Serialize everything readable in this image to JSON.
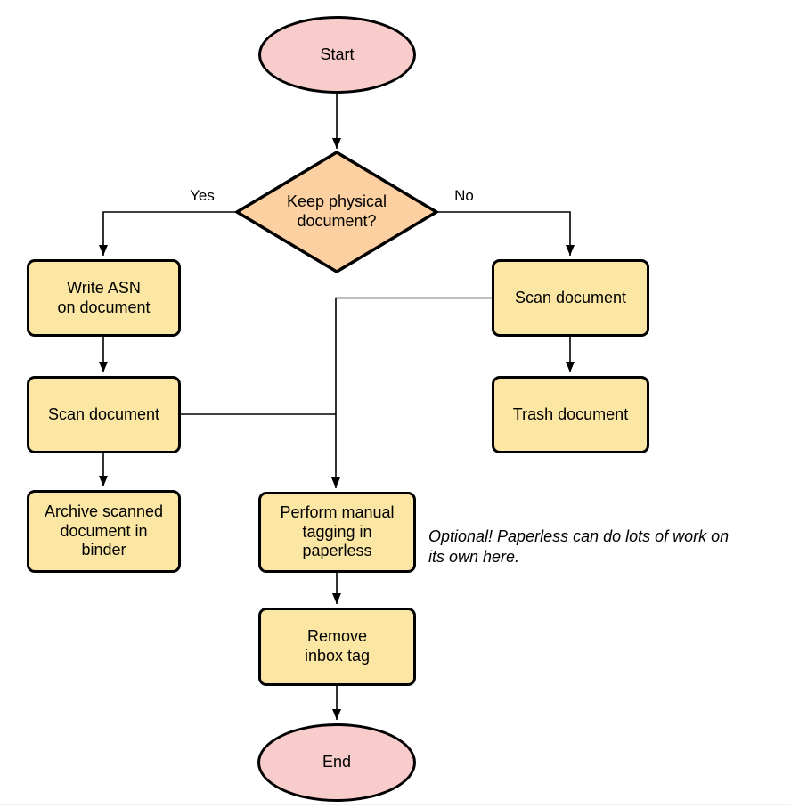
{
  "nodes": {
    "start": {
      "label": "Start"
    },
    "decision": {
      "lines": [
        "Keep physical",
        "document?"
      ]
    },
    "write_asn": {
      "lines": [
        "Write ASN",
        "on document"
      ]
    },
    "scan_left": {
      "label": "Scan document"
    },
    "archive": {
      "lines": [
        "Archive scanned",
        "document in",
        "binder"
      ]
    },
    "scan_right": {
      "label": "Scan document"
    },
    "trash": {
      "label": "Trash document"
    },
    "tagging": {
      "lines": [
        "Perform manual",
        "tagging in",
        "paperless"
      ]
    },
    "remove_inbox": {
      "lines": [
        "Remove",
        "inbox tag"
      ]
    },
    "end": {
      "label": "End"
    }
  },
  "edge_labels": {
    "yes": "Yes",
    "no": "No"
  },
  "note": {
    "lines": [
      "Optional! Paperless can do lots of work on",
      "its own here."
    ]
  },
  "colors": {
    "process_fill": "#fbe7a3",
    "terminator_fill": "#f8cccb",
    "decision_fill": "#fcd0a0",
    "stroke": "#000000"
  }
}
